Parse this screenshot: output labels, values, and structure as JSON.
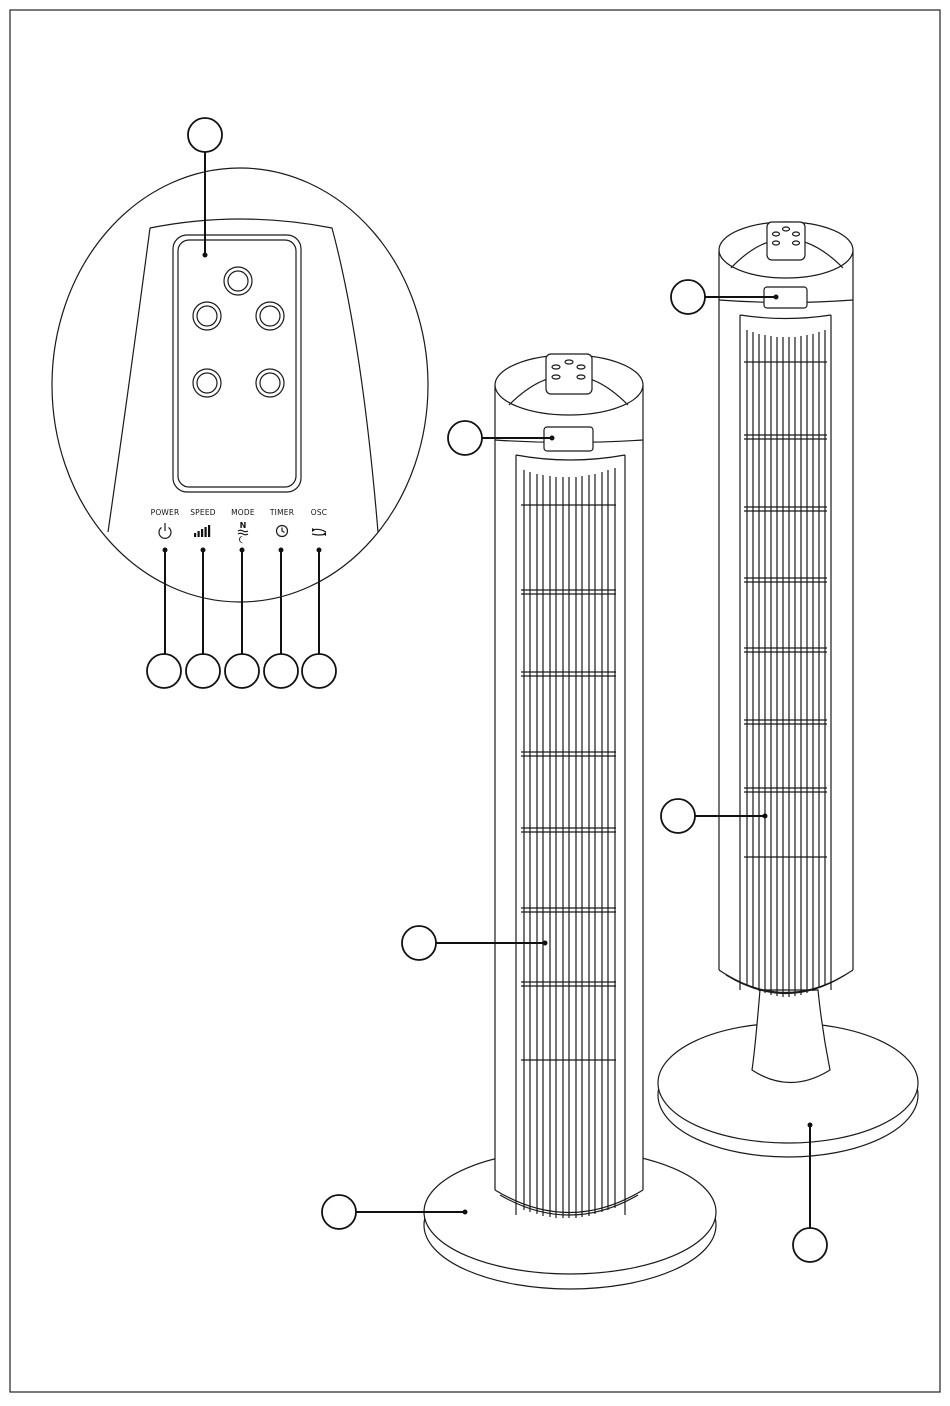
{
  "control_panel": {
    "labels": {
      "power": "POWER",
      "speed": "SPEED",
      "mode": "MODE",
      "timer": "TIMER",
      "osc": "OSC"
    },
    "mode_letter": "N"
  },
  "icons": {
    "power": "power-icon",
    "speed": "signal-bars-icon",
    "mode": "wind-moon-icon",
    "timer": "clock-icon",
    "osc": "oscillate-arrows-icon"
  },
  "colors": {
    "line": "#1a1a1a",
    "background": "#ffffff"
  }
}
